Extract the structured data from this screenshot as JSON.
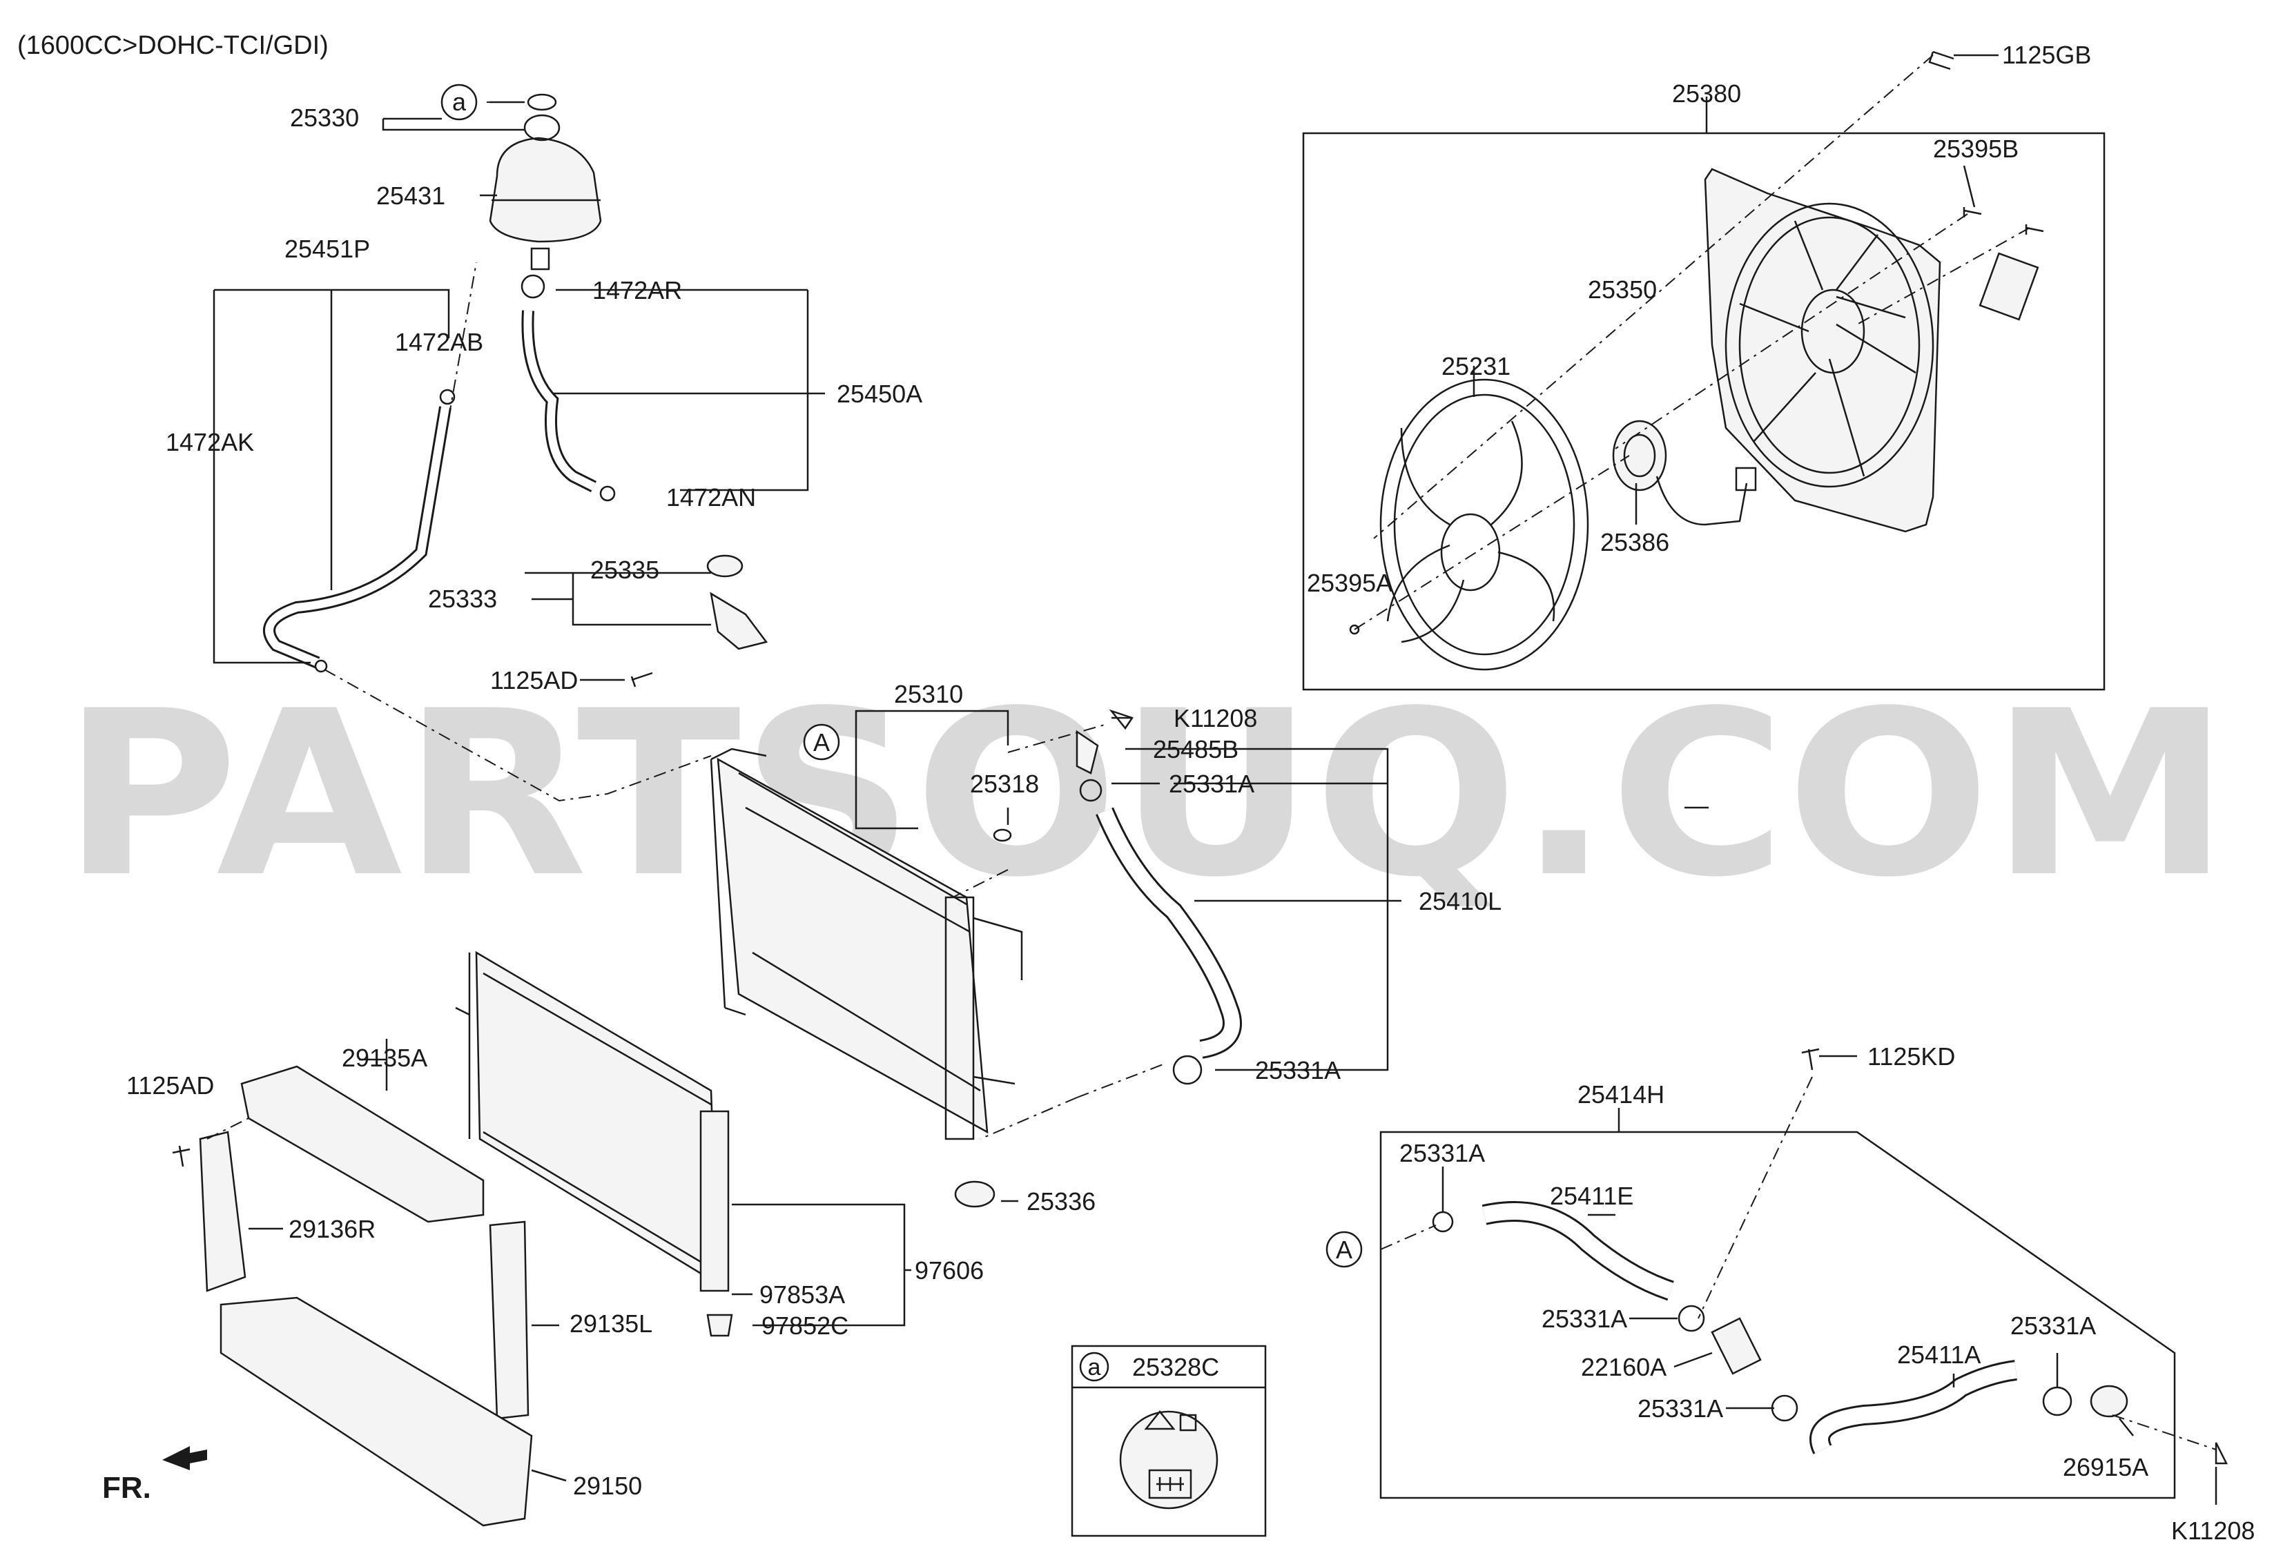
{
  "header": {
    "engine": "(1600CC>DOHC-TCI/GDI)"
  },
  "watermark": "PARTSOUQ.COM",
  "front_label": "FR.",
  "callout_a": {
    "letter": "a",
    "part": "25328C"
  },
  "part_labels": [
    "1125GB",
    "25380",
    "25395B",
    "25350",
    "25231",
    "25386",
    "25395A",
    "25330",
    "25431",
    "25451P",
    "1472AR",
    "1472AB",
    "25450A",
    "1472AK",
    "1472AN",
    "25335",
    "25333",
    "1125AD",
    "25310",
    "K11208",
    "25485B",
    "25318",
    "25331A",
    "25410L",
    "25331A",
    "1125AD",
    "29135A",
    "29136R",
    "25336",
    "97606",
    "97853A",
    "97852C",
    "29135L",
    "29150",
    "1125KD",
    "25414H",
    "25331A",
    "25411E",
    "25331A",
    "22160A",
    "25331A",
    "25411A",
    "25331A",
    "26915A",
    "K11208"
  ],
  "ref_markers": [
    "a",
    "A",
    "A"
  ],
  "colors": {
    "line": "#1a1a1a",
    "watermark": "#d9d9d9",
    "part_fill": "#f4f4f4"
  }
}
